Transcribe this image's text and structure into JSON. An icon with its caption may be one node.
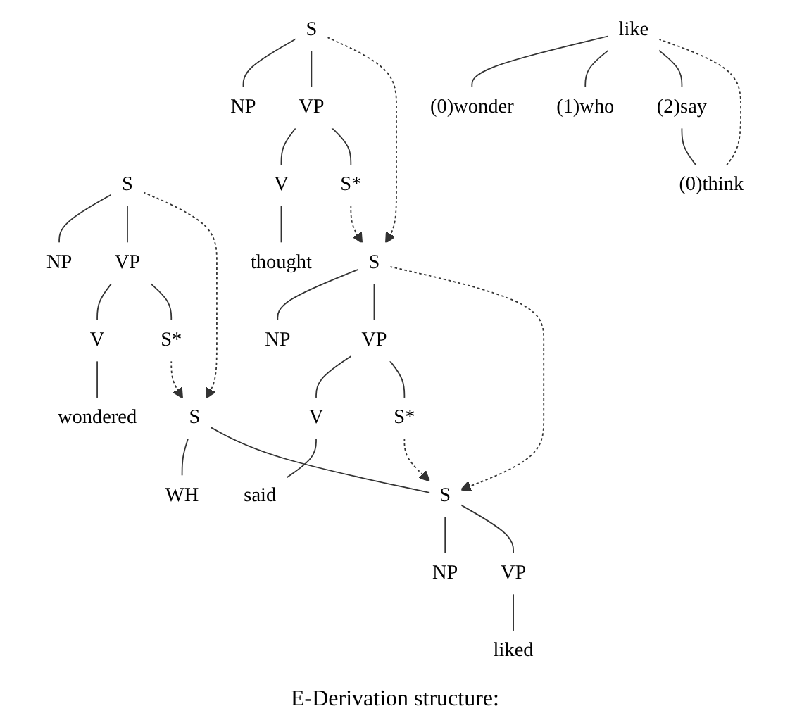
{
  "diagram": {
    "nodes": [
      {
        "text": [
          "S"
        ]
      },
      {
        "text": [
          "NP"
        ]
      },
      {
        "text": [
          "VP"
        ]
      },
      {
        "text": [
          "V"
        ]
      },
      {
        "text": [
          "S*"
        ]
      },
      {
        "text": [
          "wondered"
        ]
      },
      {
        "text": [
          "S"
        ]
      },
      {
        "text": [
          "WH"
        ]
      },
      {
        "text": [
          "S"
        ]
      },
      {
        "text": [
          "NP"
        ]
      },
      {
        "text": [
          "VP"
        ]
      },
      {
        "text": [
          "liked"
        ]
      },
      {
        "text": [
          "S"
        ]
      },
      {
        "text": [
          "NP"
        ]
      },
      {
        "text": [
          "VP"
        ]
      },
      {
        "text": [
          "V"
        ]
      },
      {
        "text": [
          "S*"
        ]
      },
      {
        "text": [
          "said"
        ]
      },
      {
        "text": [
          "S"
        ]
      },
      {
        "text": [
          "NP"
        ]
      },
      {
        "text": [
          "VP"
        ]
      },
      {
        "text": [
          "V"
        ]
      },
      {
        "text": [
          "S*"
        ]
      },
      {
        "text": [
          "thought"
        ]
      },
      {
        "text": [
          "like"
        ]
      },
      {
        "text": [
          "(0)wonder"
        ]
      },
      {
        "text": [
          "(1)who"
        ]
      },
      {
        "text": [
          "(2)say"
        ]
      },
      {
        "text": [
          "(0)think"
        ]
      }
    ],
    "edges": [
      {
        "from": 0,
        "to": 1,
        "arrow": "none"
      },
      {
        "from": 0,
        "to": 2,
        "arrow": "none"
      },
      {
        "from": 2,
        "to": 3,
        "arrow": "none"
      },
      {
        "from": 2,
        "to": 4,
        "arrow": "none"
      },
      {
        "from": 3,
        "to": 5,
        "arrow": "none"
      },
      {
        "from": 6,
        "to": 7,
        "arrow": "none"
      },
      {
        "from": 6,
        "to": 8,
        "arrow": "none"
      },
      {
        "from": 8,
        "to": 9,
        "arrow": "none"
      },
      {
        "from": 8,
        "to": 10,
        "arrow": "none"
      },
      {
        "from": 10,
        "to": 11,
        "arrow": "none"
      },
      {
        "from": 12,
        "to": 13,
        "arrow": "none"
      },
      {
        "from": 12,
        "to": 14,
        "arrow": "none"
      },
      {
        "from": 14,
        "to": 15,
        "arrow": "none"
      },
      {
        "from": 14,
        "to": 16,
        "arrow": "none"
      },
      {
        "from": 15,
        "to": 17,
        "arrow": "none"
      },
      {
        "from": 18,
        "to": 19,
        "arrow": "none"
      },
      {
        "from": 18,
        "to": 20,
        "arrow": "none"
      },
      {
        "from": 20,
        "to": 21,
        "arrow": "none"
      },
      {
        "from": 20,
        "to": 22,
        "arrow": "none"
      },
      {
        "from": 21,
        "to": 23,
        "arrow": "none"
      },
      {
        "from": 0,
        "to": 6,
        "arrow": "to",
        "style": "dashed"
      },
      {
        "from": 4,
        "to": 6,
        "arrow": "to",
        "style": "dashed"
      },
      {
        "from": 12,
        "to": 8,
        "arrow": "to",
        "style": "dashed"
      },
      {
        "from": 16,
        "to": 8,
        "arrow": "to",
        "style": "dashed"
      },
      {
        "from": 18,
        "to": 12,
        "arrow": "to",
        "style": "dashed"
      },
      {
        "from": 22,
        "to": 12,
        "arrow": "to",
        "style": "dashed"
      },
      {
        "from": 24,
        "to": 25,
        "arrow": "none"
      },
      {
        "from": 24,
        "to": 26,
        "arrow": "none"
      },
      {
        "from": 24,
        "to": 27,
        "arrow": "none"
      },
      {
        "from": 27,
        "to": 28,
        "arrow": "none"
      },
      {
        "from": 24,
        "to": 28,
        "arrow": "none",
        "style": "dashed"
      }
    ],
    "labels": [
      "E-Derivation structure:"
    ]
  }
}
